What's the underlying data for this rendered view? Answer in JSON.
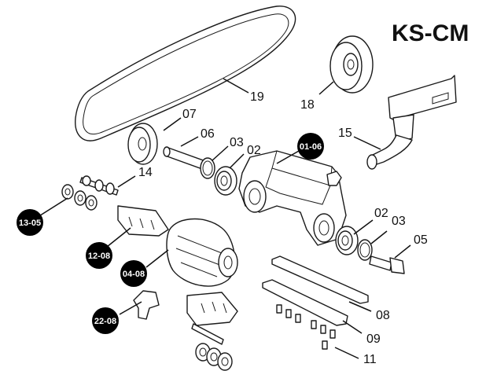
{
  "title": "KS-CM",
  "colors": {
    "line": "#1a1a1a",
    "badge": "#000000",
    "badge_text": "#ffffff",
    "background": "#ffffff"
  },
  "callouts": {
    "c19": "19",
    "c18": "18",
    "c15": "15",
    "c07": "07",
    "c06": "06",
    "c03a": "03",
    "c02a": "02",
    "c14": "14",
    "c02b": "02",
    "c03b": "03",
    "c05": "05",
    "c08": "08",
    "c09": "09",
    "c11": "11"
  },
  "badges": {
    "b0106": "01-06",
    "b1305": "13-05",
    "b1208": "12-08",
    "b0408": "04-08",
    "b2208": "22-08"
  }
}
